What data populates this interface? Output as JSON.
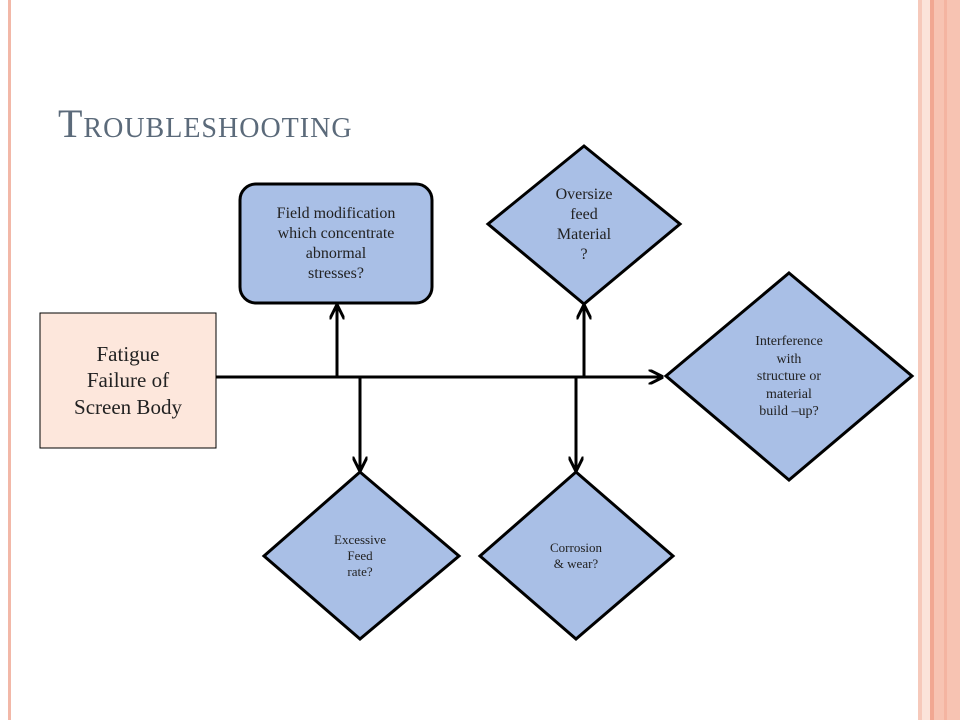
{
  "slide": {
    "title": "Troubleshooting"
  },
  "diagram": {
    "effect": {
      "lines": [
        "Fatigue",
        "Failure of",
        "Screen Body"
      ]
    },
    "causes": [
      {
        "id": "field-modification",
        "shape": "rounded-rect",
        "lines": [
          "Field modification",
          "which concentrate",
          "abnormal",
          "stresses?"
        ]
      },
      {
        "id": "oversize-feed",
        "shape": "diamond",
        "lines": [
          "Oversize",
          "feed",
          "Material",
          "?"
        ]
      },
      {
        "id": "interference",
        "shape": "diamond",
        "lines": [
          "Interference",
          "with",
          "structure or",
          "material",
          "build –up?"
        ]
      },
      {
        "id": "excessive-feed",
        "shape": "diamond",
        "lines": [
          "Excessive",
          "Feed",
          "rate?"
        ]
      },
      {
        "id": "corrosion",
        "shape": "diamond",
        "lines": [
          "Corrosion",
          "& wear?"
        ]
      }
    ]
  },
  "colors": {
    "effect_fill": "#fde7dc",
    "cause_fill": "#a9bfe6",
    "stroke": "#000000",
    "title": "#5b6a7a"
  }
}
